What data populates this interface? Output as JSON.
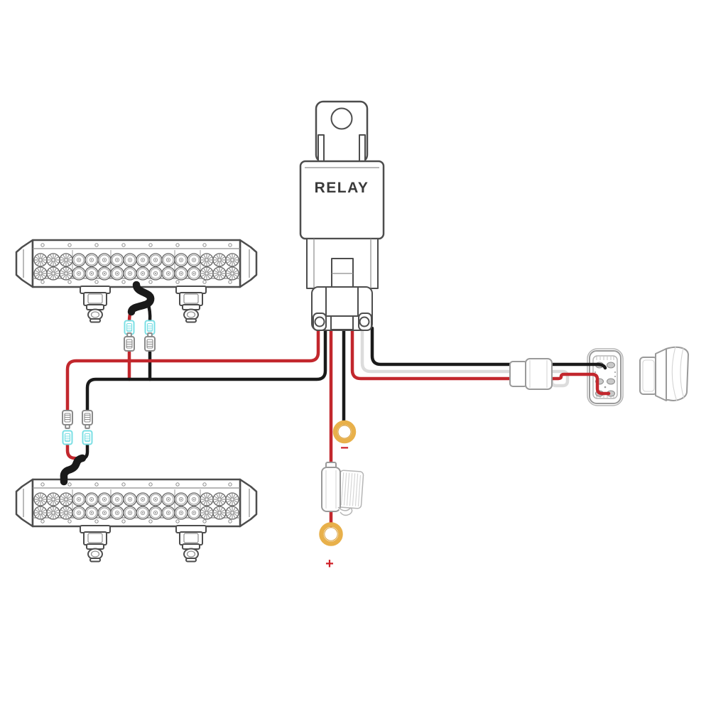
{
  "diagram": {
    "title": "LED light bar relay wiring harness diagram",
    "labels": {
      "relay": "RELAY",
      "negative": "−",
      "positive": "+"
    },
    "components": [
      {
        "id": "relay",
        "label": "RELAY"
      },
      {
        "id": "relay-socket"
      },
      {
        "id": "light-bar-top",
        "led_rows": 2,
        "led_columns": 16
      },
      {
        "id": "light-bar-bottom",
        "led_rows": 2,
        "led_columns": 16
      },
      {
        "id": "quick-disconnect-connector-pair",
        "count": 4
      },
      {
        "id": "inline-fuse-holder"
      },
      {
        "id": "ring-terminal-negative",
        "symbol": "−"
      },
      {
        "id": "ring-terminal-positive",
        "symbol": "+"
      },
      {
        "id": "connector-sleeve"
      },
      {
        "id": "rocker-switch-base",
        "terminals": 6
      },
      {
        "id": "rocker-switch-cap"
      }
    ],
    "wires": [
      {
        "id": "battery-positive-wire",
        "color_name": "red",
        "to": "fuse-holder → positive ring terminal"
      },
      {
        "id": "battery-negative-wire",
        "color_name": "black",
        "to": "negative ring terminal"
      },
      {
        "id": "lightbar-power-wires",
        "color_name": "red/black",
        "to": "both light bars via quick disconnects"
      },
      {
        "id": "switch-wires",
        "color_name": "black/white/red",
        "to": "rocker switch"
      }
    ]
  },
  "colors": {
    "wire_red": "#c2272d",
    "wire_black": "#1a1a1a",
    "wire_white": "#dcdcdc",
    "ring_terminal_gold": "#e8b04a",
    "symbol_red": "#cf2027",
    "connector_cyan": "#7adfe4",
    "relay_text": "#3a3a3a",
    "background": "#ffffff"
  }
}
